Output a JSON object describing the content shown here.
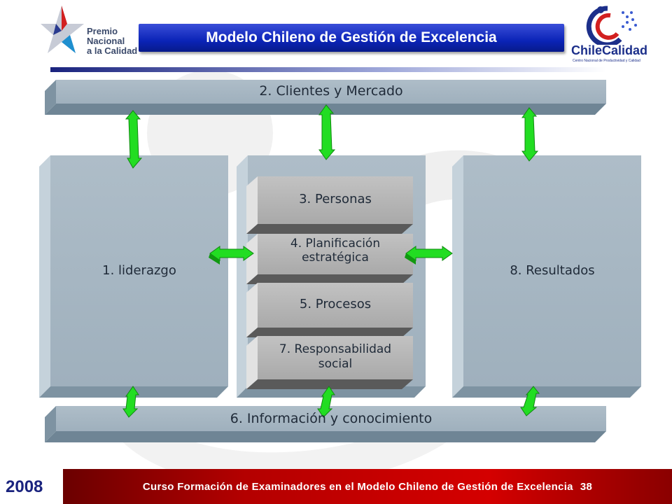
{
  "header": {
    "title": "Modelo Chileno de Gestión de Excelencia",
    "logo_left_lines": [
      "Premio",
      "Nacional",
      "a la Calidad"
    ],
    "logo_right_name": "ChileCalidad",
    "logo_right_tagline": "Centro Nacional de Productividad y Calidad"
  },
  "diagram": {
    "top_bar": "2. Clientes y Mercado",
    "bottom_bar": "6. Información y conocimiento",
    "left_box": "1. liderazgo",
    "right_box": "8. Resultados",
    "center_items": {
      "personas": "3. Personas",
      "planificacion_1": "4. Planificación",
      "planificacion_2": "estratégica",
      "procesos": "5. Procesos",
      "responsabilidad_1": "7. Responsabilidad",
      "responsabilidad_2": "social"
    }
  },
  "footer": {
    "course_text": "Curso Formación de Examinadores en el Modelo Chileno de Gestión de Excelencia",
    "page_number": "38",
    "year": "2008"
  },
  "colors": {
    "panel": "#a7b7c3",
    "panel_side": "#7e93a2",
    "panel_top": "#c5d2db",
    "inner": "#b3b3b3",
    "arrow": "#22dd22",
    "title_bg": "#0b24b8",
    "footer_bg": "#c00000"
  }
}
